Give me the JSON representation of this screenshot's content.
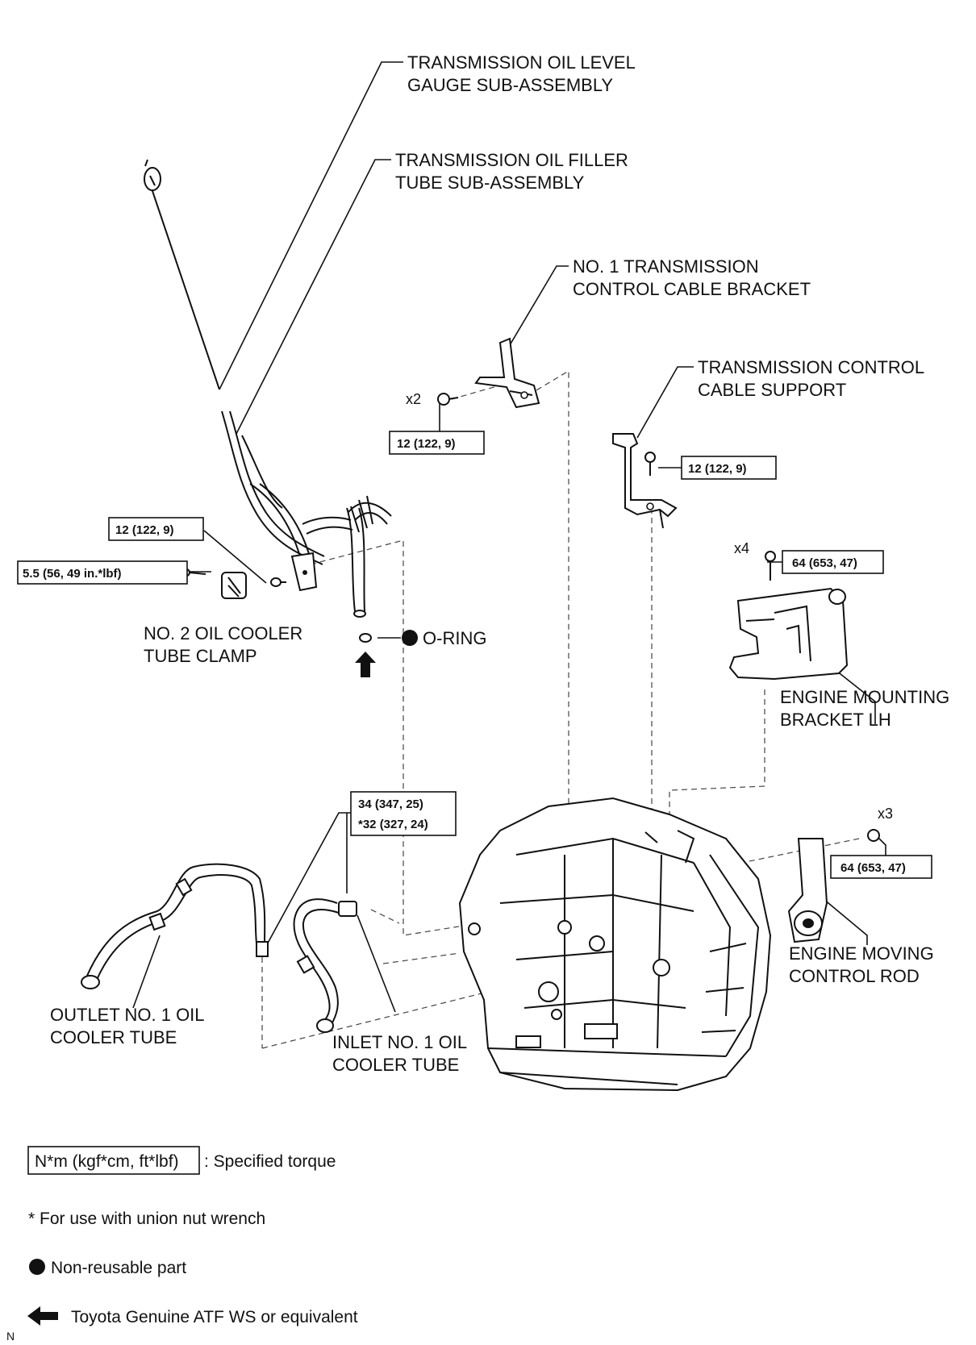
{
  "labels": {
    "oil_level_gauge": [
      "TRANSMISSION OIL LEVEL",
      "GAUGE SUB-ASSEMBLY"
    ],
    "oil_filler_tube": [
      "TRANSMISSION OIL FILLER",
      "TUBE SUB-ASSEMBLY"
    ],
    "control_cable_bracket": [
      "NO. 1 TRANSMISSION",
      "CONTROL CABLE BRACKET"
    ],
    "control_cable_support": [
      "TRANSMISSION CONTROL",
      "CABLE SUPPORT"
    ],
    "oil_cooler_tube_clamp": [
      "NO. 2 OIL COOLER",
      "TUBE CLAMP"
    ],
    "o_ring": "O-RING",
    "engine_mounting_bracket": [
      "ENGINE MOUNTING",
      "BRACKET LH"
    ],
    "engine_moving_control_rod": [
      "ENGINE MOVING",
      "CONTROL ROD"
    ],
    "outlet_cooler_tube": [
      "OUTLET NO. 1 OIL",
      "COOLER TUBE"
    ],
    "inlet_cooler_tube": [
      "INLET NO. 1 OIL",
      "COOLER TUBE"
    ]
  },
  "torques": {
    "bracket_bolt": "12 (122, 9)",
    "support_bolt": "12 (122, 9)",
    "filler_tube_bolt": "12 (122, 9)",
    "clamp_bolt": "5.5 (56, 49 in.*lbf)",
    "mounting_bracket_bolt": "64 (653, 47)",
    "union_nut": [
      "34 (347, 25)",
      "*32 (327, 24)"
    ],
    "control_rod_bolt": "64 (653, 47)"
  },
  "multipliers": {
    "bracket_bolt": "x2",
    "mounting_bracket_bolt": "x4",
    "control_rod_bolt": "x3"
  },
  "legend": {
    "torque_unit": "N*m (kgf*cm, ft*lbf)",
    "torque_desc": ": Specified torque",
    "union_note": "* For use with union nut wrench",
    "non_reusable": "Non-reusable part",
    "atf": "Toyota Genuine ATF WS or equivalent"
  },
  "corner_mark": "N"
}
